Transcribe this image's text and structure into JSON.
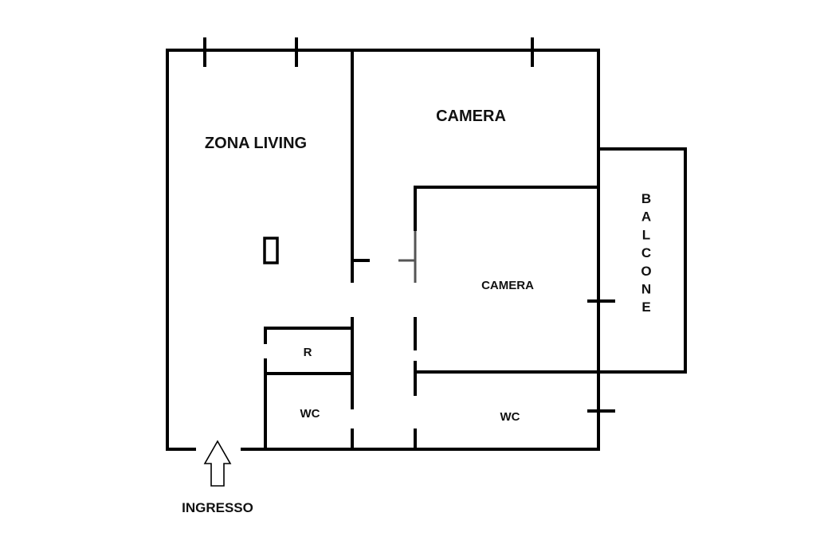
{
  "plan": {
    "rooms": {
      "zona_living": "ZONA LIVING",
      "camera_main": "CAMERA",
      "camera_second": "CAMERA",
      "storage": "R",
      "wc_left": "WC",
      "wc_right": "WC",
      "balcone": "BALCONE"
    },
    "entrance": "INGRESSO"
  },
  "colors": {
    "wall": "#000000",
    "door_gap": "#555555",
    "background": "#ffffff"
  }
}
